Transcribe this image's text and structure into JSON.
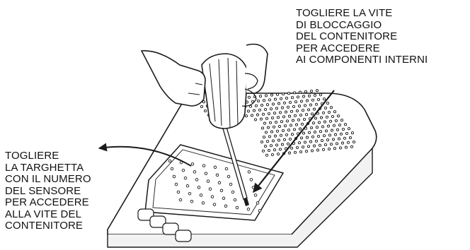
{
  "instructions": {
    "right_label_lines": [
      "TOGLIERE LA VITE",
      "DI BLOCCAGGIO",
      "DEL CONTENITORE",
      "PER ACCEDERE",
      "AI COMPONENTI INTERNI"
    ],
    "left_label_lines": [
      "TOGLIERE",
      "LA TARGHETTA",
      "CON IL NUMERO",
      "DEL SENSORE",
      "PER ACCEDERE",
      "ALLA VITE DEL",
      "CONTENITORE"
    ]
  },
  "colors": {
    "line": "#1a1a1a",
    "fill": "#ffffff",
    "shade": "#dcdcdc"
  },
  "icons": {
    "hand": "hand-holding-screwdriver-icon",
    "screwdriver": "screwdriver-icon",
    "device": "sensor-enclosure-icon",
    "nameplate": "sensor-number-plate-icon"
  }
}
